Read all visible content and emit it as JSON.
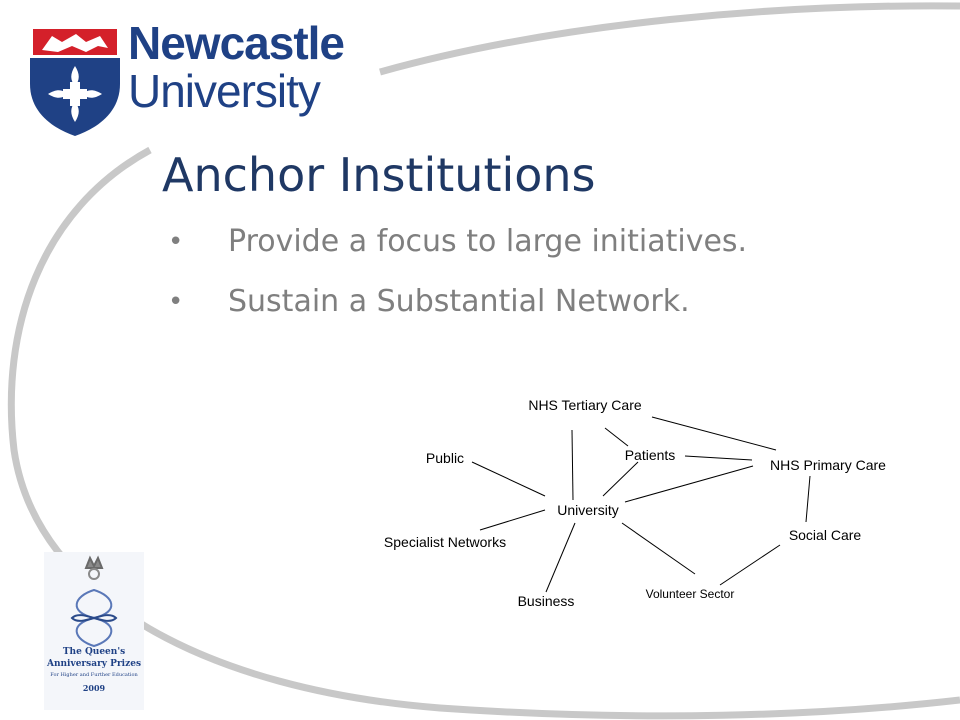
{
  "logo": {
    "line1": "Newcastle",
    "line2": "University",
    "color": "#1f4185",
    "crest_icon": "newcastle-crest-lion-cross-icon",
    "accent_red": "#d4202a"
  },
  "title": "Anchor Institutions",
  "bullets": [
    "Provide a focus to large initiatives.",
    "Sustain a Substantial Network."
  ],
  "network": {
    "nodes": {
      "tertiary": "NHS Tertiary Care",
      "patients": "Patients",
      "public": "Public",
      "primary": "NHS Primary Care",
      "university": "University",
      "social": "Social Care",
      "specialist": "Specialist Networks",
      "volunteer": "Volunteer Sector",
      "business": "Business"
    },
    "links": [
      [
        "university",
        "tertiary"
      ],
      [
        "university",
        "public"
      ],
      [
        "university",
        "specialist"
      ],
      [
        "university",
        "business"
      ],
      [
        "university",
        "volunteer"
      ],
      [
        "university",
        "patients"
      ],
      [
        "university",
        "primary"
      ],
      [
        "tertiary",
        "patients"
      ],
      [
        "tertiary",
        "primary"
      ],
      [
        "patients",
        "primary"
      ],
      [
        "primary",
        "social"
      ],
      [
        "social",
        "volunteer"
      ]
    ]
  },
  "award": {
    "line1": "The Queen's",
    "line2": "Anniversary Prizes",
    "line3": "For Higher and Further Education",
    "year": "2009",
    "emblem_icon": "crown-knot-emblem-icon"
  },
  "colors": {
    "title": "#1f3864",
    "bullet_text": "#7f7f7f",
    "swoosh": "#c8c8c8"
  }
}
